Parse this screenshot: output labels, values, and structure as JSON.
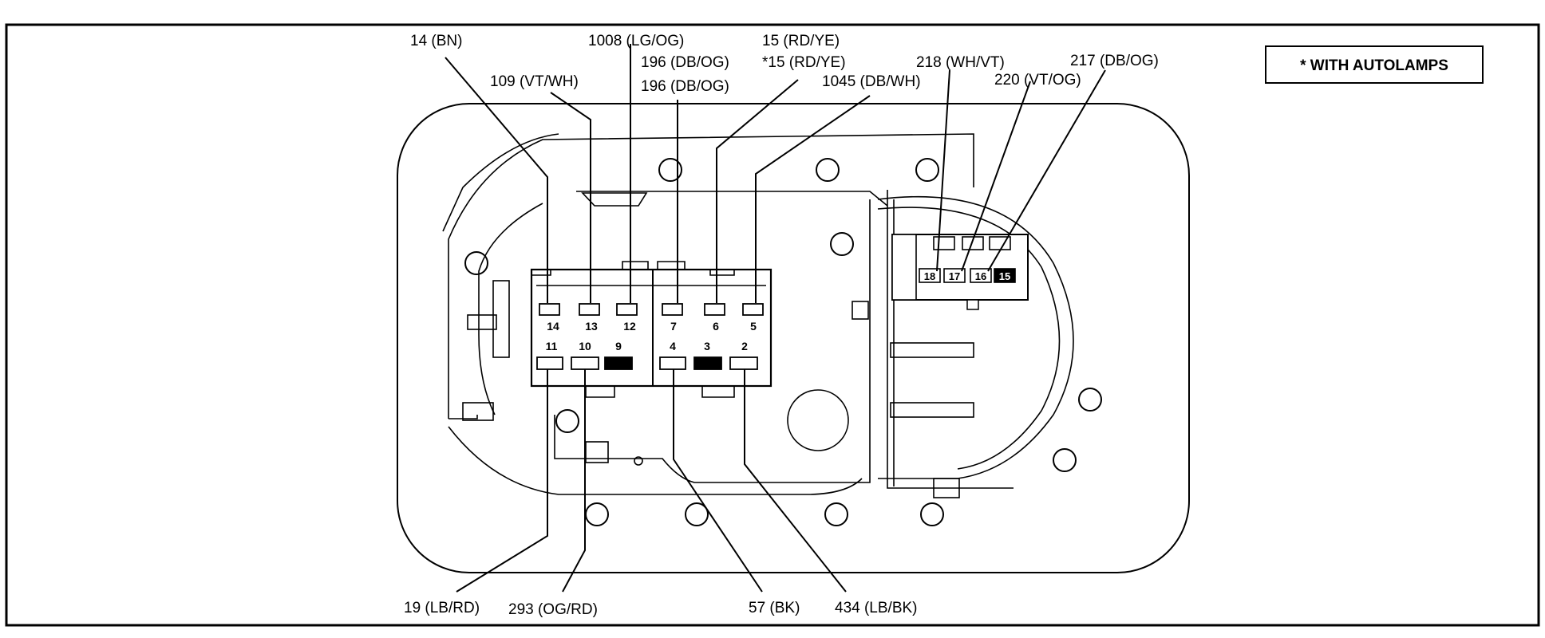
{
  "note": "* WITH AUTOLAMPS",
  "main_connector": {
    "upper_row": [
      "14",
      "13",
      "12",
      "7",
      "6",
      "5"
    ],
    "lower_row": [
      "11",
      "10",
      "9",
      "4",
      "3",
      "2"
    ]
  },
  "side_connector": {
    "pins": [
      "18",
      "17",
      "16",
      "15"
    ]
  },
  "wire_labels": {
    "w14": "14 (BN)",
    "w1008": "1008 (LG/OG)",
    "w15": "15 (RD/YE)",
    "w196a": "196 (DB/OG)",
    "w15auto": "*15 (RD/YE)",
    "w109": "109 (VT/WH)",
    "w196b": "196 (DB/OG)",
    "w1045": "1045 (DB/WH)",
    "w218": "218 (WH/VT)",
    "w217": "217 (DB/OG)",
    "w220": "220 (VT/OG)",
    "w19": "19 (LB/RD)",
    "w293": "293 (OG/RD)",
    "w57": "57 (BK)",
    "w434": "434 (LB/BK)"
  }
}
